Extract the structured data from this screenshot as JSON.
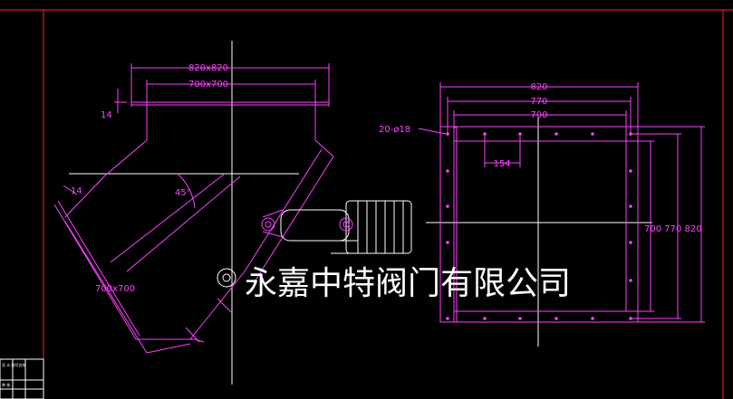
{
  "colors": {
    "background": "#000000",
    "frame": "#ff2020",
    "outline": "#ff40ff",
    "centerline": "#ffffff",
    "company_text": "#ffffff"
  },
  "left_view": {
    "outer_flange": "820x820",
    "inner_opening": "700x700",
    "flange_thickness_top": "14",
    "flange_thickness_side": "14",
    "angle": "45°",
    "branch_opening": "700x700"
  },
  "right_view": {
    "width_outer": "820",
    "width_mid": "770",
    "width_inner": "700",
    "bolt_holes": "20-ø18",
    "bolt_pitch": "154",
    "height_labels": "700 770 820"
  },
  "company_name": "永嘉中特阀门有限公司",
  "title_block": {
    "row1": "设 计  图号名称",
    "row2": "审 核"
  }
}
